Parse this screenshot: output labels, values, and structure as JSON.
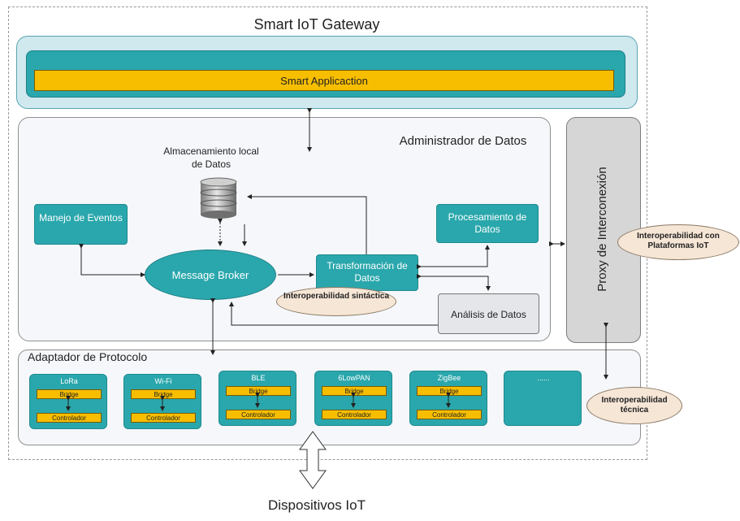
{
  "gateway_title": "Smart IoT Gateway",
  "smart_app": "Smart Applicaction",
  "data_admin": "Administrador de Datos",
  "storage_label": "Almacenamiento local de Datos",
  "manejo_eventos": "Manejo de Eventos",
  "message_broker": "Message Broker",
  "transformacion": "Transformación de Datos",
  "procesamiento": "Procesamiento de Datos",
  "analisis": "Análisis de Datos",
  "interop_sintactica": "Interoperabilidad sintáctica",
  "proxy": "Proxy de Interconexión",
  "interop_plataformas": "Interoperabilidad con Plataformas IoT",
  "adaptador": "Adaptador de Protocolo",
  "interop_tecnica": "Interoperabilidad técnica",
  "protocols": [
    {
      "name": "LoRa",
      "bridge": "Bridge",
      "controller": "Controlador"
    },
    {
      "name": "Wi-Fi",
      "bridge": "Bridge",
      "controller": "Controlador"
    },
    {
      "name": "BLE",
      "bridge": "Bridge",
      "controller": "Controlador"
    },
    {
      "name": "6LowPAN",
      "bridge": "Bridge",
      "controller": "Controlador"
    },
    {
      "name": "ZigBee",
      "bridge": "Bridge",
      "controller": "Controlador"
    },
    {
      "name": "......"
    }
  ],
  "dispositivos": "Dispositivos IoT",
  "colors": {
    "teal": "#2aa7ac",
    "yellow": "#f7be00",
    "light_blue": "#cfe9ee",
    "oval": "#f6e6d6"
  }
}
